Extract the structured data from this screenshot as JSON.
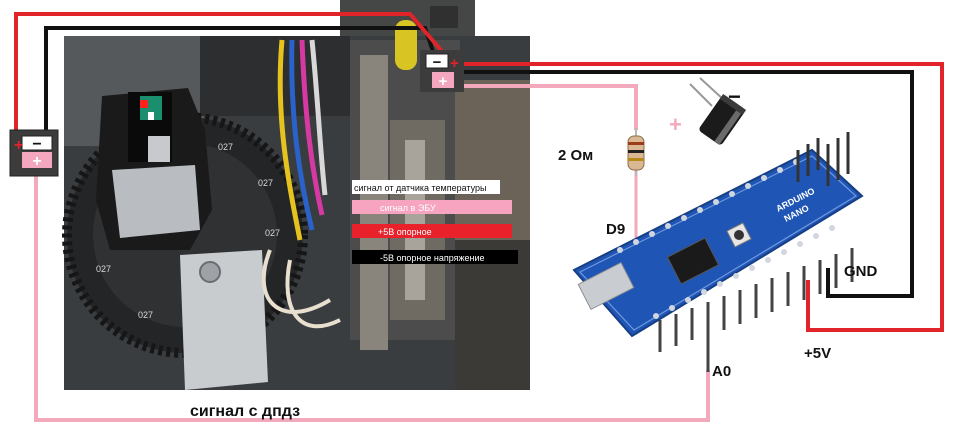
{
  "labels": {
    "resistor": "2 Ом",
    "d9": "D9",
    "gnd": "GND",
    "plus5v": "+5V",
    "a0": "A0",
    "signal_dpdz": "сигнал с дпдз",
    "plus_cap": "+",
    "minus_cap": "−"
  },
  "bands": {
    "temp_sensor": "сигнал от датчика температуры",
    "to_ecu": "сигнал в ЭБУ",
    "ref_plus5": "+5В опорное",
    "ref_minus5": "-5В опорное напряжение"
  },
  "connector_left": {
    "minus": "−",
    "plus": "+"
  },
  "connector_top": {
    "minus": "−",
    "plus": "+"
  },
  "board": {
    "brand": "ARDUINO",
    "model": "NANO"
  },
  "colors": {
    "wire_black": "#111111",
    "wire_red": "#e0242a",
    "wire_pink": "#f2a9bc",
    "board_blue": "#1f55b4",
    "band_white": "#ffffff",
    "band_pink": "#f6a4bf",
    "band_red": "#e8212a",
    "band_black": "#000000"
  }
}
